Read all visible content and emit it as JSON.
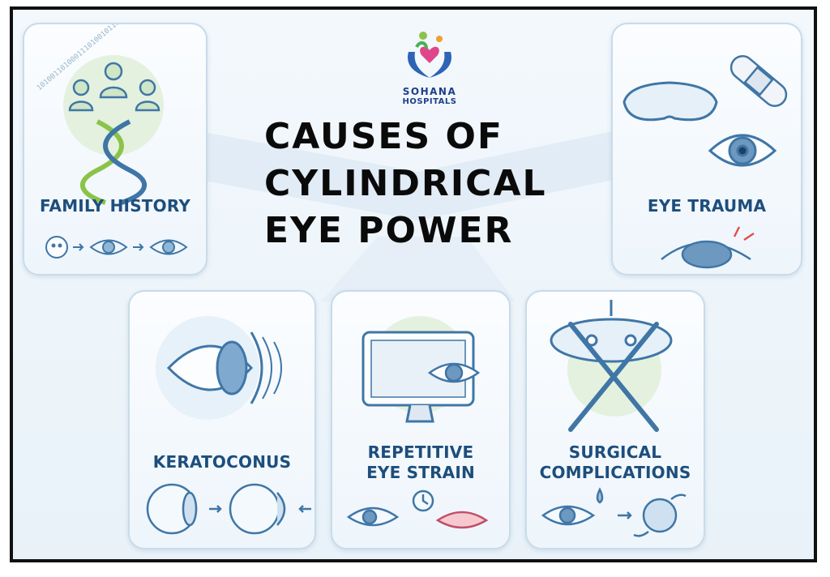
{
  "brand": {
    "name": "SOHANA",
    "sub": "HOSPITALS"
  },
  "title": {
    "line1": "CAUSES OF",
    "line2": "CYLINDRICAL",
    "line3": "EYE POWER"
  },
  "cards": {
    "family_history": {
      "label": "FAMILY HISTORY",
      "binary": "1010011010001110100101101"
    },
    "eye_trauma": {
      "label": "EYE TRAUMA"
    },
    "keratoconus": {
      "label": "KERATOCONUS"
    },
    "eye_strain": {
      "line1": "REPETITIVE",
      "line2": "EYE STRAIN"
    },
    "surgical": {
      "line1": "SURGICAL",
      "line2": "COMPLICATIONS"
    }
  },
  "colors": {
    "label": "#1d4e7c",
    "accent": "#3f76a6",
    "green": "#9fd08e",
    "frame": "#111111"
  }
}
